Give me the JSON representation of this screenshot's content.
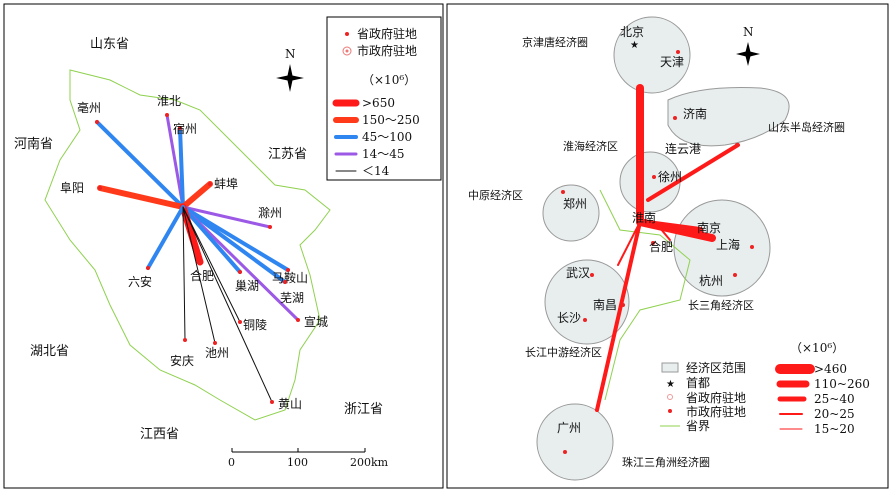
{
  "left_map": {
    "provinces": [
      "山东省",
      "河南省",
      "江苏省",
      "湖北省",
      "浙江省",
      "江西省"
    ],
    "cities": [
      "亳州",
      "淮北",
      "宿州",
      "蚌埠",
      "阜阳",
      "滁州",
      "马鞍山",
      "芜湖",
      "宣城",
      "巢湖",
      "合肥",
      "六安",
      "安庆",
      "池州",
      "铜陵",
      "黄山"
    ],
    "north": "N",
    "scale": [
      "0",
      "100",
      "200km"
    ],
    "legend": {
      "items": [
        "省政府驻地",
        "市政府驻地"
      ],
      "unit": "（×10⁶）",
      "classes": [
        ">650",
        "150～250",
        "45～100",
        "14～45",
        "＜14"
      ],
      "colors": [
        "#ff1a1a",
        "#ff3a1a",
        "#2f86f0",
        "#9b59e6",
        "#111111"
      ]
    }
  },
  "right_map": {
    "regions": [
      "京津唐经济圈",
      "山东半岛经济圈",
      "淮海经济区",
      "中原经济区",
      "长三角经济区",
      "长江中游经济区",
      "珠江三角洲经济圈"
    ],
    "cities": [
      "北京",
      "天津",
      "济南",
      "连云港",
      "徐州",
      "郑州",
      "淮南",
      "南京",
      "合肥",
      "上海",
      "杭州",
      "武汉",
      "南昌",
      "长沙",
      "广州"
    ],
    "north": "N",
    "legend": {
      "items": [
        "经济区范围",
        "首都",
        "省政府驻地",
        "市政府驻地",
        "省界"
      ],
      "unit": "（×10⁶）",
      "classes": [
        ">460",
        "110~260",
        "25~40",
        "20~25",
        "15~20"
      ]
    }
  }
}
